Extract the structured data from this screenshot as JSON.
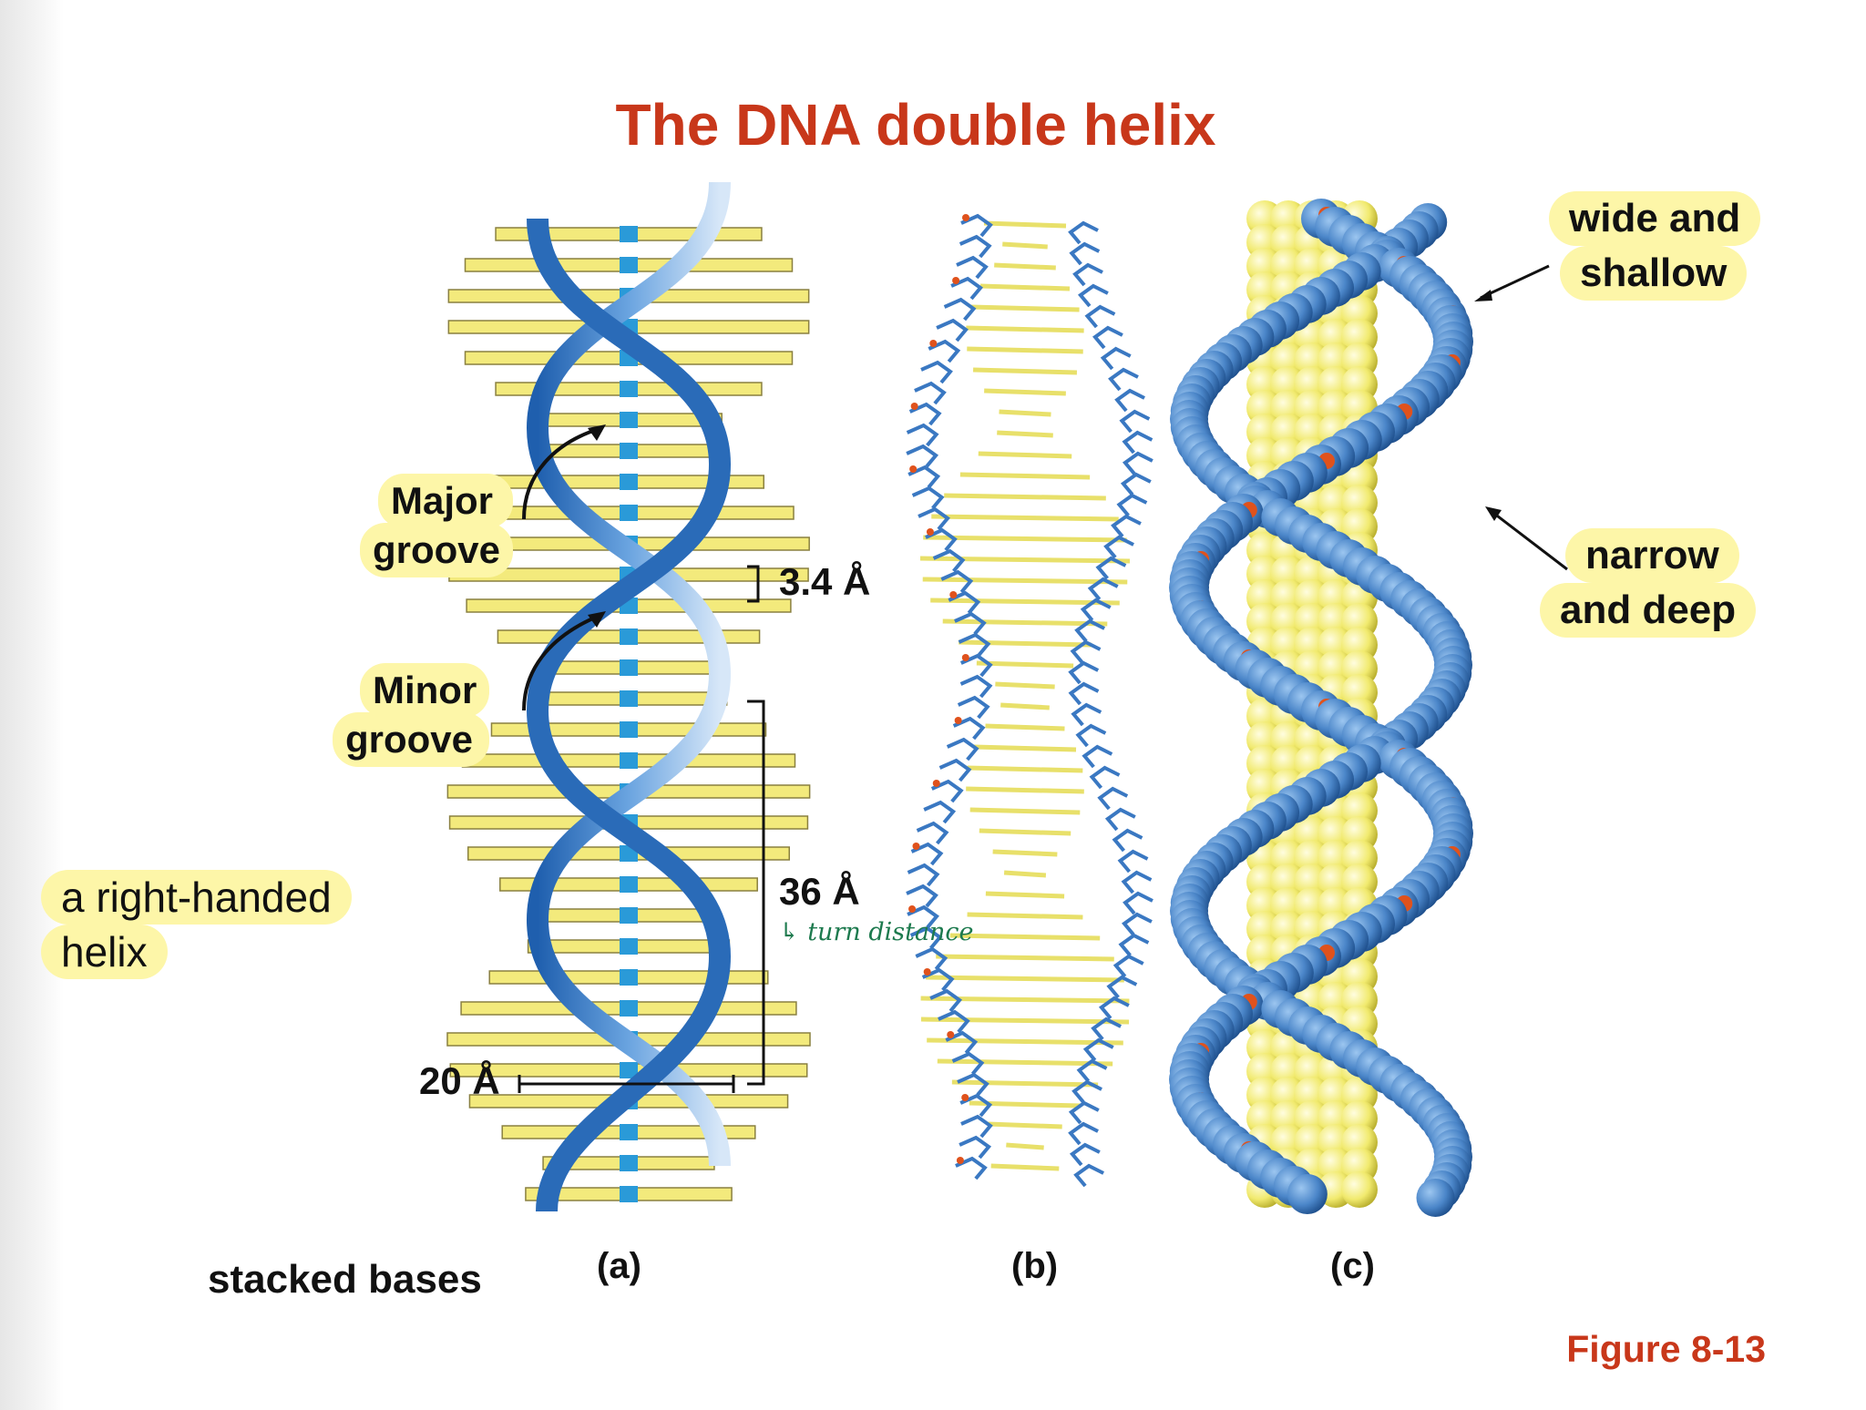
{
  "title": "The DNA double helix",
  "figure_label": "Figure 8-13",
  "panels": [
    "(a)",
    "(b)",
    "(c)"
  ],
  "labels": {
    "major_groove_1": "Major",
    "major_groove_2": "groove",
    "minor_groove_1": "Minor",
    "minor_groove_2": "groove",
    "rise": "3.4 Å",
    "pitch": "36 Å",
    "diameter": "20 Å",
    "stacked_bases": "stacked bases"
  },
  "annotations": {
    "turn_distance": "↳ turn distance",
    "right_handed_1": "a right-handed",
    "right_handed_2": "helix",
    "wide_1": "wide and",
    "wide_2": "shallow",
    "narrow_1": "narrow",
    "narrow_2": "and deep"
  },
  "colors": {
    "title_red": "#c8371a",
    "backbone_blue": "#3a78c2",
    "base_yellow": "#f3ea7c",
    "oxygen_orange": "#e0521c",
    "highlight": "#fdf6a8",
    "handwriting_green": "#1d7a4e"
  }
}
